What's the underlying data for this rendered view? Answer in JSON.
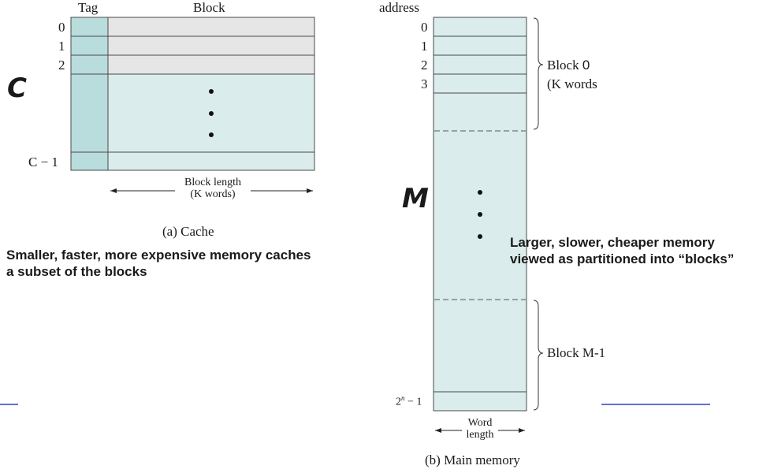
{
  "cache": {
    "tag_header": "Tag",
    "block_header": "Block",
    "rows": [
      "0",
      "1",
      "2"
    ],
    "last_row": "C − 1",
    "block_length_line1": "Block length",
    "block_length_line2": "(K words)",
    "caption": "(a) Cache",
    "letter": "C",
    "description_line1": "Smaller, faster, more expensive memory caches",
    "description_line2": "a  subset of the blocks"
  },
  "memory": {
    "address_header": "address",
    "rows": [
      "0",
      "1",
      "2",
      "3"
    ],
    "last_address_base": "2",
    "last_address_exp": "n",
    "last_address_rest": " − 1",
    "block0_word": "Block",
    "block0_num": "0",
    "block0_sub": "(K words",
    "blockm_word": "Block",
    "blockm_num": "M-1",
    "word_length_line1": "Word",
    "word_length_line2": "length",
    "caption": "(b) Main memory",
    "letter": "M",
    "description_line1": "Larger, slower, cheaper memory",
    "description_line2": "viewed as partitioned into “blocks”"
  },
  "colors": {
    "tag_fill": "#b9dcdc",
    "cache_gray": "#e6e6e6",
    "block_fill": "#daeceb",
    "line": "#4a4a4a",
    "accent_blue": "#2f3fc4"
  }
}
